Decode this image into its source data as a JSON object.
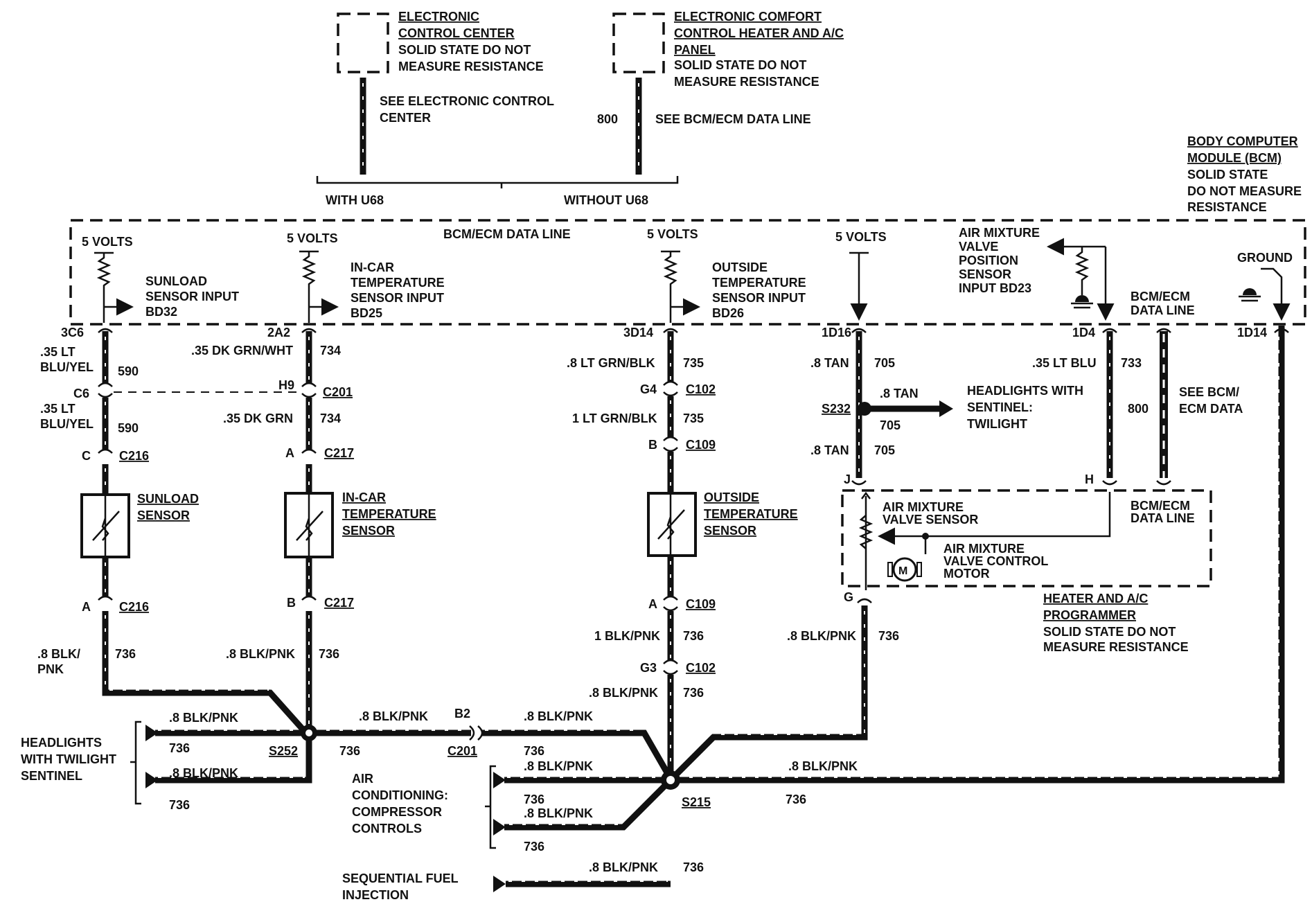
{
  "top": {
    "ecc": {
      "lines": [
        "ELECTRONIC",
        "CONTROL CENTER",
        "SOLID STATE DO NOT",
        "MEASURE RESISTANCE"
      ],
      "see": [
        "SEE ELECTRONIC CONTROL",
        "CENTER"
      ]
    },
    "eccp": {
      "lines": [
        "ELECTRONIC COMFORT",
        "CONTROL HEATER AND A/C",
        "PANEL",
        "SOLID STATE DO NOT",
        "MEASURE RESISTANCE"
      ],
      "circuit": "800",
      "see": "SEE BCM/ECM DATA LINE"
    },
    "with": "WITH U68",
    "without": "WITHOUT U68"
  },
  "bcm": {
    "title": [
      "BODY COMPUTER",
      "MODULE (BCM)",
      "SOLID STATE",
      "DO NOT MEASURE",
      "RESISTANCE"
    ],
    "data_line": "BCM/ECM DATA LINE",
    "volts": "5 VOLTS",
    "inputs": {
      "sunload": [
        "SUNLOAD",
        "SENSOR INPUT",
        "BD32"
      ],
      "incar": [
        "IN-CAR",
        "TEMPERATURE",
        "SENSOR INPUT",
        "BD25"
      ],
      "outside": [
        "OUTSIDE",
        "TEMPERATURE",
        "SENSOR INPUT",
        "BD26"
      ],
      "airmix": [
        "AIR MIXTURE",
        "VALVE",
        "POSITION",
        "SENSOR",
        "INPUT BD23"
      ]
    },
    "data_line2": [
      "BCM/ECM",
      "DATA LINE"
    ],
    "ground": "GROUND",
    "pins": {
      "p1": "3C6",
      "p2": "2A2",
      "p3": "3D14",
      "p4": "1D16",
      "p5": "1D4",
      "p6": "1D14"
    }
  },
  "col1": {
    "wire1": [
      ".35 LT",
      "BLU/YEL"
    ],
    "c1": "590",
    "conn1": "C6",
    "wire2": [
      ".35 LT",
      "BLU/YEL"
    ],
    "c2": "590",
    "pinC": "C",
    "connC216": "C216",
    "sensor": [
      "SUNLOAD",
      "SENSOR"
    ],
    "pinA": "A",
    "connA216": "C216",
    "wire3": [
      ".8 BLK/",
      "PNK"
    ],
    "c3": "736"
  },
  "col2": {
    "wire1": ".35 DK GRN/WHT",
    "c1": "734",
    "pinH9": "H9",
    "conn1": "C201",
    "wire2": ".35 DK GRN",
    "c2": "734",
    "pinA": "A",
    "conn2": "C217",
    "sensor": [
      "IN-CAR",
      "TEMPERATURE",
      "SENSOR"
    ],
    "pinB": "B",
    "conn3": "C217",
    "wire3": ".8 BLK/PNK",
    "c3": "736"
  },
  "col3": {
    "wire1": ".8 LT GRN/BLK",
    "c1": "735",
    "pinG4": "G4",
    "conn1": "C102",
    "wire2": "1 LT GRN/BLK",
    "c2": "735",
    "pinB": "B",
    "conn2": "C109",
    "sensor": [
      "OUTSIDE",
      "TEMPERATURE",
      "SENSOR"
    ],
    "pinA": "A",
    "conn3": "C109",
    "wire3": "1 BLK/PNK",
    "c3": "736",
    "pinG3": "G3",
    "conn4": "C102",
    "wire4": ".8 BLK/PNK",
    "c4": "736"
  },
  "col4": {
    "wire1": ".8 TAN",
    "c1": "705",
    "splice": "S232",
    "branch_wire": ".8 TAN",
    "branch_circuit": "705",
    "branch_dest": [
      "HEADLIGHTS WITH",
      "SENTINEL:",
      "TWILIGHT"
    ],
    "wire2": ".8 TAN",
    "c2": "705",
    "pinJ": "J",
    "pinG": "G",
    "wire3": ".8 BLK/PNK",
    "c3": "736"
  },
  "col5": {
    "wire1": ".35 LT BLU",
    "c1": "733",
    "circuit800": "800",
    "see": [
      "SEE BCM/",
      "ECM DATA"
    ],
    "pinH": "H"
  },
  "programmer": {
    "sensor": [
      "AIR MIXTURE",
      "VALVE SENSOR"
    ],
    "motor": [
      "AIR MIXTURE",
      "VALVE CONTROL",
      "MOTOR"
    ],
    "motor_symbol": "M",
    "data_line": [
      "BCM/ECM",
      "DATA LINE"
    ],
    "title": [
      "HEATER AND A/C",
      "PROGRAMMER"
    ],
    "note": [
      "SOLID STATE DO NOT",
      "MEASURE RESISTANCE"
    ]
  },
  "bottom": {
    "s252": "S252",
    "wire_a": ".8 BLK/PNK",
    "c_a": "736",
    "b2": "B2",
    "c201": "C201",
    "wire_b": ".8 BLK/PNK",
    "c_b": "736",
    "headlights": [
      "HEADLIGHTS",
      "WITH TWILIGHT",
      "SENTINEL"
    ],
    "hl_wire1": ".8 BLK/PNK",
    "hl_c1": "736",
    "hl_wire2": ".8 BLK/PNK",
    "hl_c2": "736",
    "ac": [
      "AIR",
      "CONDITIONING:",
      "COMPRESSOR",
      "CONTROLS"
    ],
    "ac_wire1": ".8 BLK/PNK",
    "ac_c1": "736",
    "ac_wire2": ".8 BLK/PNK",
    "ac_c2": "736",
    "s215": "S215",
    "right_wire": ".8 BLK/PNK",
    "right_c": "736",
    "sfi": [
      "SEQUENTIAL FUEL",
      "INJECTION"
    ],
    "sfi_wire": ".8 BLK/PNK",
    "sfi_c": "736"
  }
}
